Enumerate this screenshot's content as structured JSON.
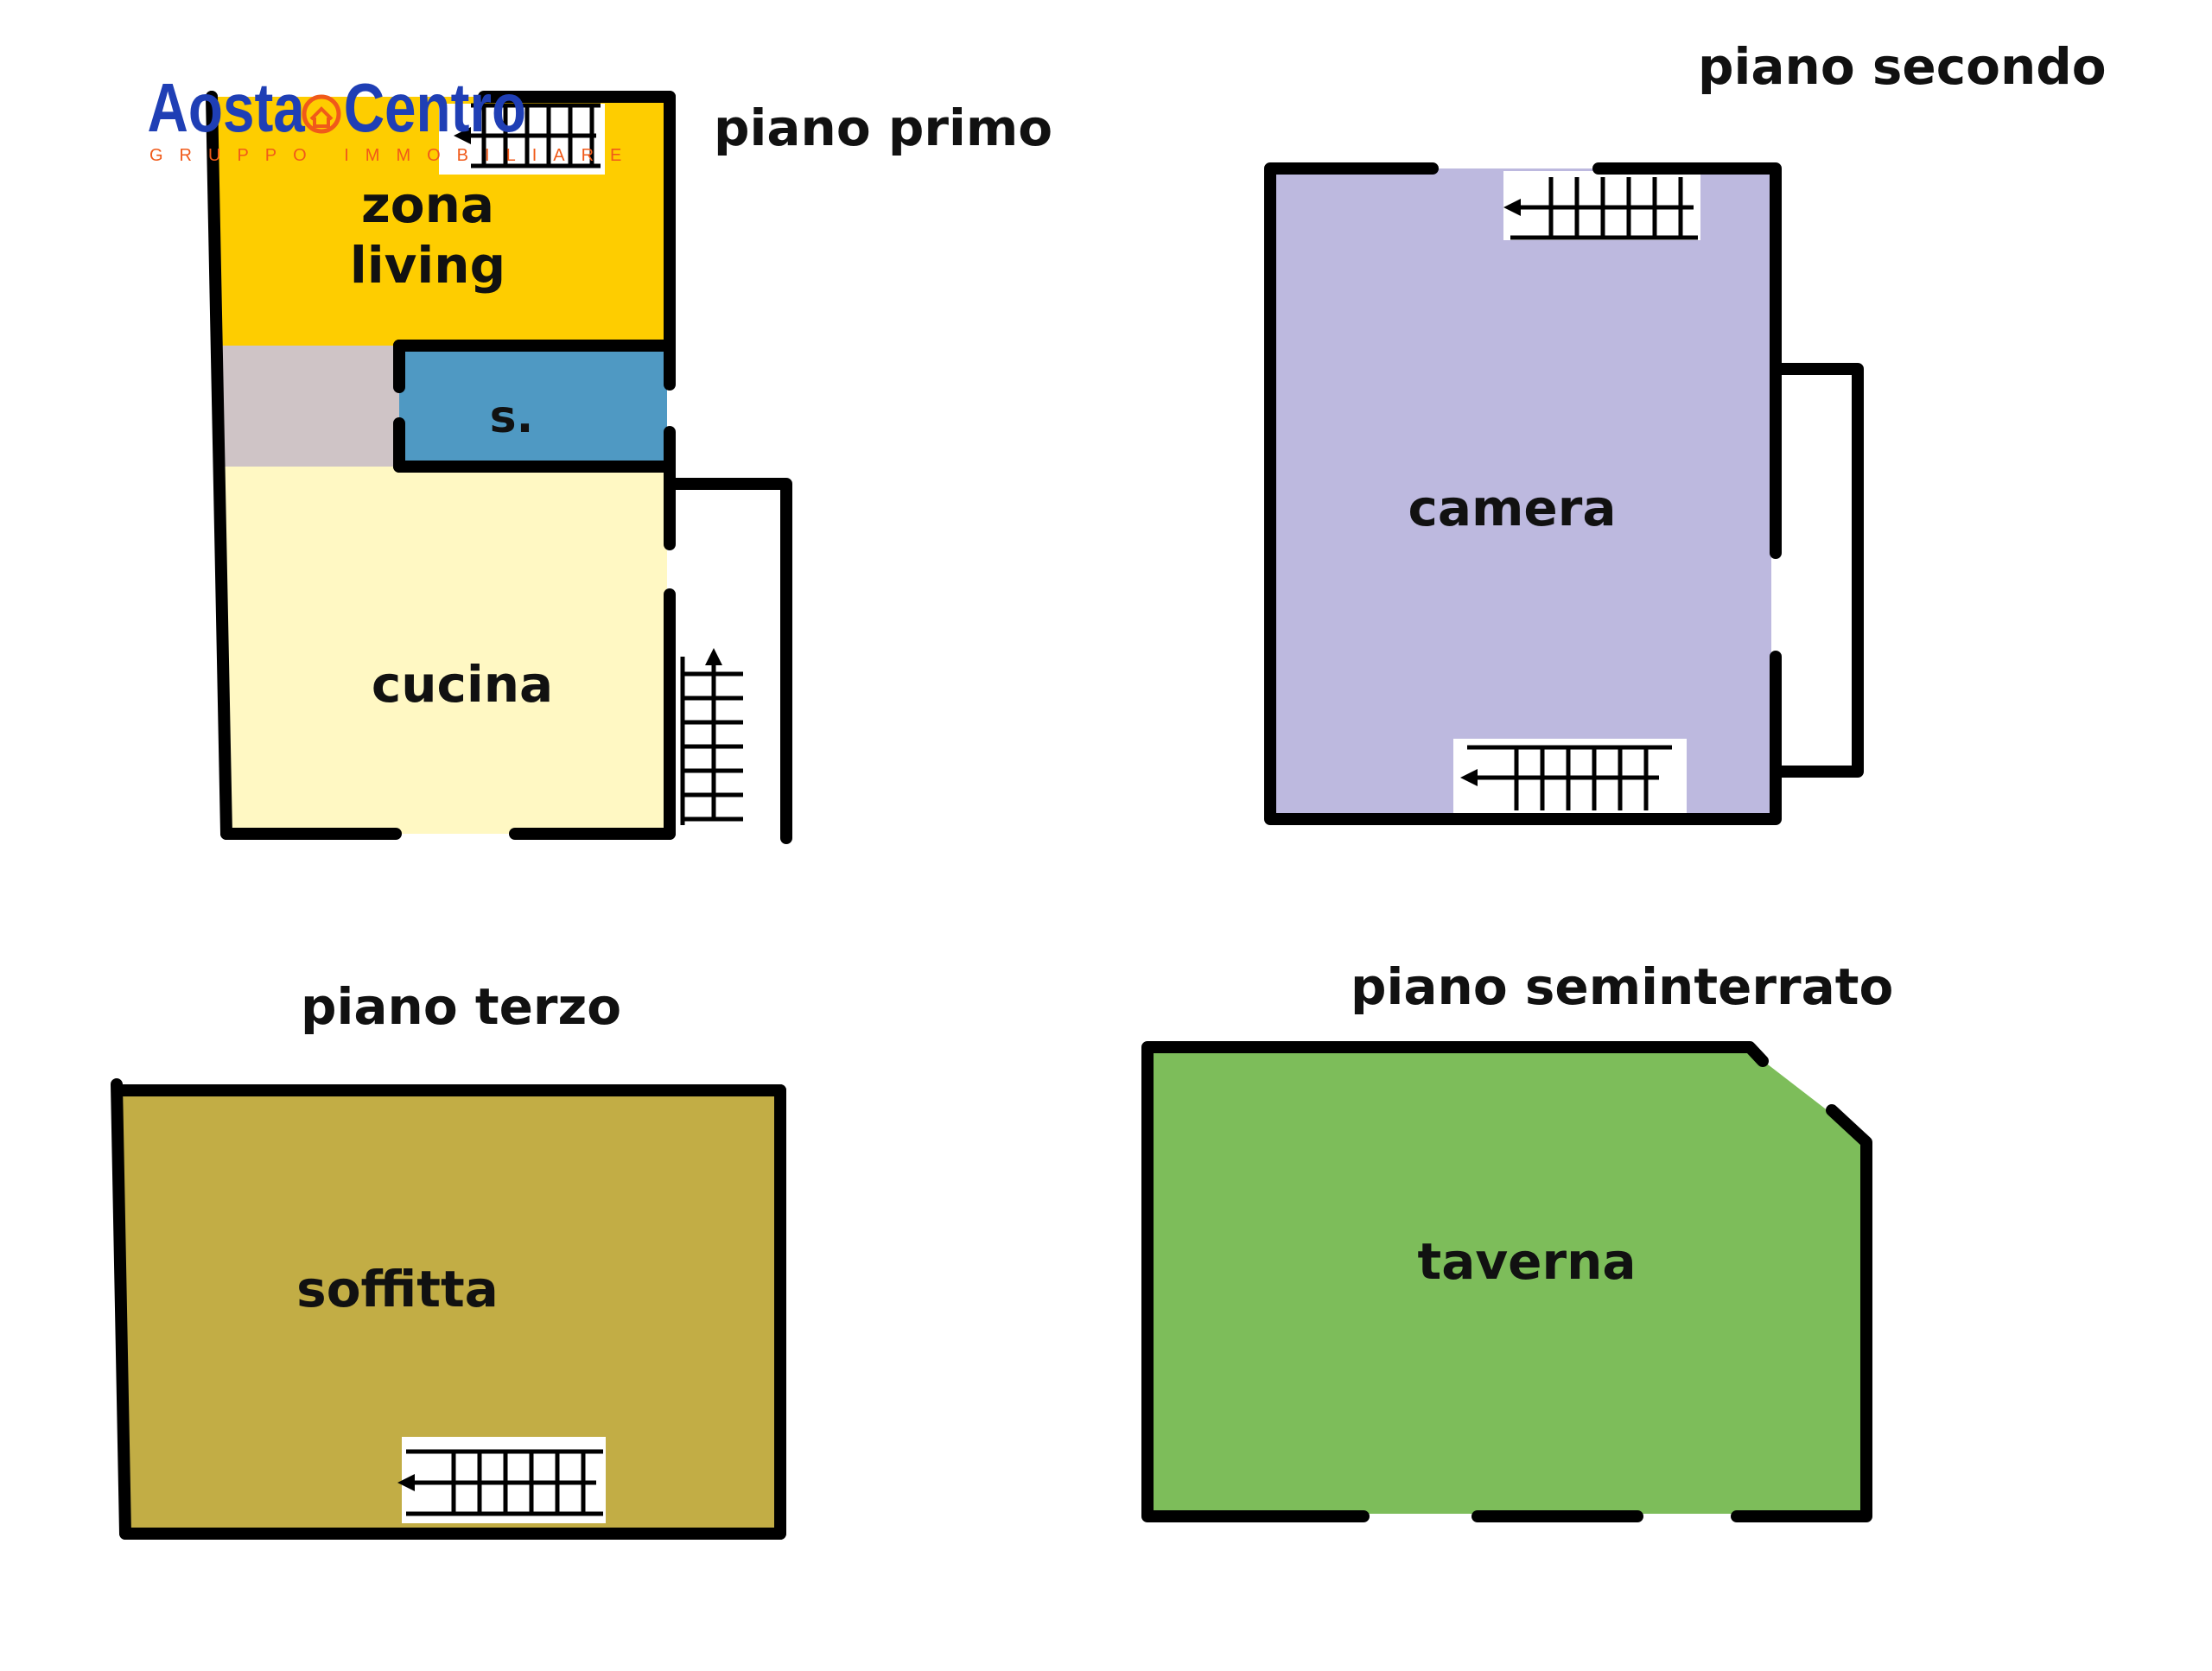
{
  "logo": {
    "brand_left": "Aosta",
    "brand_right": "Centro",
    "tagline": "GRUPPO IMMOBILIARE",
    "brand_color": "#1f3fb5",
    "accent_color": "#f05a1a"
  },
  "floors": {
    "primo": {
      "title": "piano primo",
      "rooms": {
        "zona_living": [
          "zona",
          "living"
        ],
        "bagno": "s.",
        "cucina": "cucina"
      },
      "colors": {
        "zona_living": "#fecd00",
        "bagno": "#4f99c3",
        "disimpegno": "#cfc4c6",
        "cucina": "#fff8c3"
      }
    },
    "secondo": {
      "title": "piano secondo",
      "rooms": {
        "camera": "camera"
      },
      "colors": {
        "camera": "#bdb9df"
      }
    },
    "terzo": {
      "title": "piano terzo",
      "rooms": {
        "soffitta": "soffitta"
      },
      "colors": {
        "soffitta": "#c2ad45"
      }
    },
    "seminterrato": {
      "title": "piano seminterrato",
      "rooms": {
        "taverna": "taverna"
      },
      "colors": {
        "taverna": "#7dbd5a"
      }
    }
  }
}
